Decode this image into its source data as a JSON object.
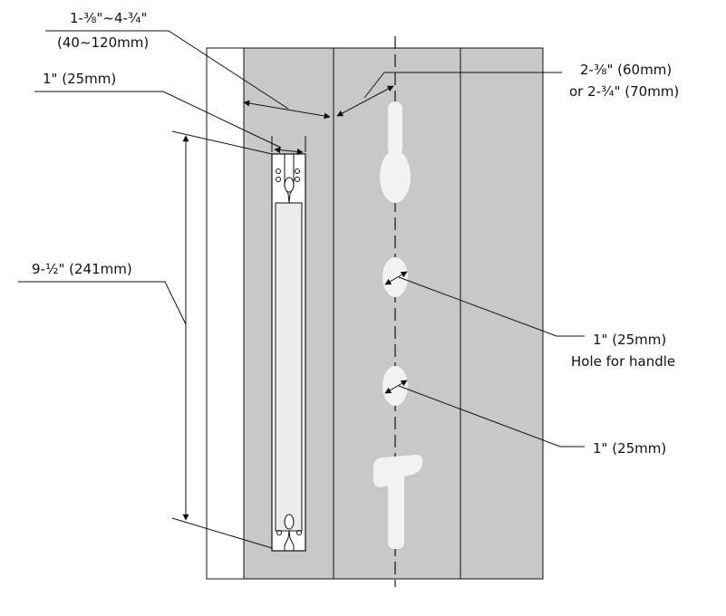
{
  "labels": {
    "backset_line1": "1-⅜\"~4-¾\"",
    "backset_line2": "(40~120mm)",
    "plate_width": "1\"  (25mm)",
    "right_dim_line1": "2-⅜\" (60mm)",
    "right_dim_line2": "or 2-¾\" (70mm)",
    "height": "9-½\"  (241mm)",
    "hole1_line1": "1\"  (25mm)",
    "hole1_line2": "Hole for handle",
    "hole2": "1\"  (25mm)"
  },
  "colors": {
    "panel": "#c8c8c8",
    "line": "#111111",
    "cutout": "#f2f2f2"
  }
}
